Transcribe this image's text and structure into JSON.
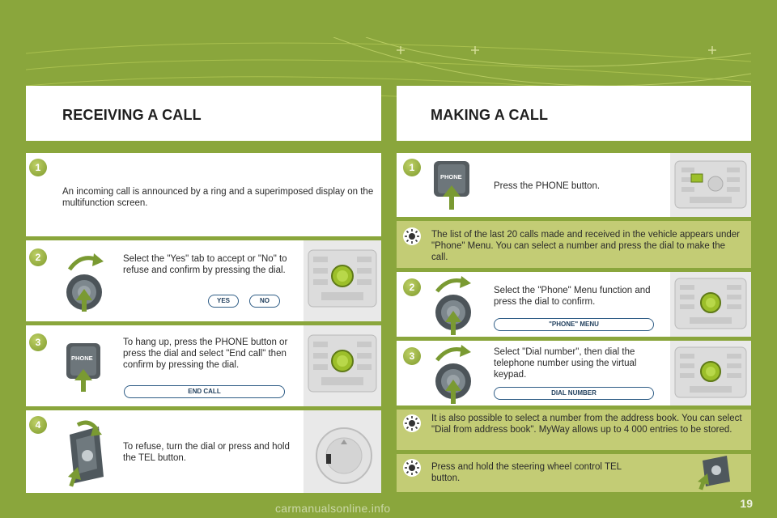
{
  "receiving": {
    "title": "RECEIVING A CALL",
    "steps": [
      {
        "num": "1",
        "text": "An incoming call is announced by a ring and a superimposed display on the multifunction screen."
      },
      {
        "num": "2",
        "text": "Select the \"Yes\" tab to accept or \"No\" to refuse and confirm by pressing the dial.",
        "tabs": [
          "YES",
          "NO"
        ]
      },
      {
        "num": "3",
        "text": "To hang up, press the PHONE button or press the dial and select \"End call\" then confirm by pressing the dial.",
        "button_label": "PHONE",
        "tab": "END CALL"
      },
      {
        "num": "4",
        "text": "To refuse, turn the dial or press and hold the TEL button."
      }
    ]
  },
  "making": {
    "title": "MAKING A CALL",
    "step1": {
      "num": "1",
      "text": "Press the PHONE button.",
      "button_label": "PHONE"
    },
    "tip1": "The list of the last 20 calls made and received in the vehicle appears under \"Phone\" Menu. You can select a number and press the dial to make the call.",
    "step2": {
      "num": "2",
      "text": "Select the \"Phone\" Menu function and press the dial to confirm.",
      "tab": "\"PHONE\" MENU"
    },
    "step3": {
      "num": "3",
      "text": "Select \"Dial number\", then dial the telephone number using the virtual keypad.",
      "tab": "DIAL NUMBER"
    },
    "tip2": "It is also possible to select a number from the address book. You can select \"Dial from address book\". MyWay allows up to 4 000 entries to be stored.",
    "tip3": "Press and hold the steering wheel control TEL button."
  },
  "page_number": "19",
  "watermark": "carmanualsonline.info",
  "icons": [
    "bulb-icon",
    "phone-button-icon",
    "dial-icon",
    "radio-unit-icon",
    "steering-control-icon",
    "arrow-icon"
  ],
  "colors": {
    "background": "#8aa63c",
    "tint": "#c3cc75",
    "badge": "#9bb33e",
    "tab_border": "#2f5d86",
    "arrow": "#7a9a32"
  }
}
